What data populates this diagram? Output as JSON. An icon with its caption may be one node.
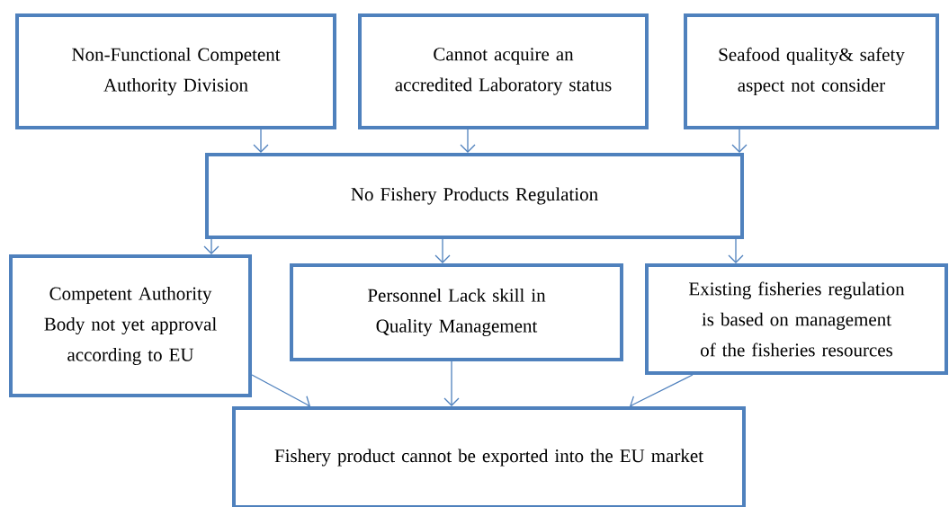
{
  "diagram": {
    "nodes": [
      {
        "text": [
          "Non-Functional Competent Authority Division"
        ]
      },
      {
        "text": [
          "Cannot acquire an accredited Laboratory status"
        ]
      },
      {
        "text": [
          "Seafood quality& safety aspect not consider"
        ]
      },
      {
        "text": [
          "No Fishery Products Regulation"
        ]
      },
      {
        "text": [
          "Competent Authority Body not yet approval according to EU"
        ]
      },
      {
        "text": [
          "Personnel Lack skill in Quality Management"
        ]
      },
      {
        "text": [
          "Existing fisheries regulation is based on management of the fisheries resources"
        ]
      },
      {
        "text": [
          "Fishery product cannot be exported into the EU market"
        ]
      }
    ],
    "edges": [
      {
        "from": 0,
        "to": 3,
        "arrow": "to"
      },
      {
        "from": 1,
        "to": 3,
        "arrow": "to"
      },
      {
        "from": 2,
        "to": 3,
        "arrow": "to"
      },
      {
        "from": 3,
        "to": 4,
        "arrow": "to"
      },
      {
        "from": 3,
        "to": 5,
        "arrow": "to"
      },
      {
        "from": 3,
        "to": 6,
        "arrow": "to"
      },
      {
        "from": 4,
        "to": 7,
        "arrow": "to"
      },
      {
        "from": 5,
        "to": 7,
        "arrow": "to"
      },
      {
        "from": 6,
        "to": 7,
        "arrow": "to"
      }
    ]
  }
}
